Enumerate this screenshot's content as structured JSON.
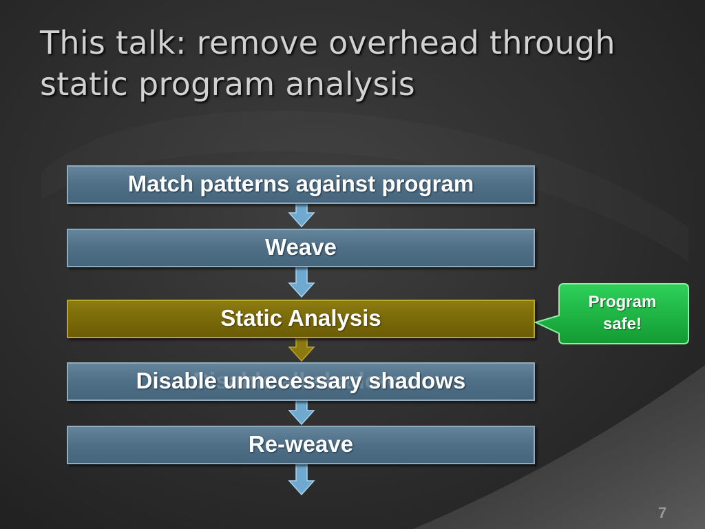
{
  "slide": {
    "title": "This talk: remove overhead through static program analysis",
    "page_number": "7"
  },
  "flow": {
    "steps": [
      {
        "label": "Match patterns against program",
        "highlighted": false
      },
      {
        "label": "Weave",
        "highlighted": false
      },
      {
        "label": "Static Analysis",
        "highlighted": true
      },
      {
        "label": "Disable unnecessary shadows",
        "highlighted": false,
        "ghost_label": "Disable all shadows"
      },
      {
        "label": "Re-weave",
        "highlighted": false
      }
    ]
  },
  "callout": {
    "line1": "Program",
    "line2": "safe!",
    "color": "#18b33c"
  },
  "colors": {
    "step_fill": "#4f6f86",
    "highlight_fill": "#7a6a09",
    "arrow_fill": "#6fa9cf",
    "background": "#2d2d2d"
  }
}
